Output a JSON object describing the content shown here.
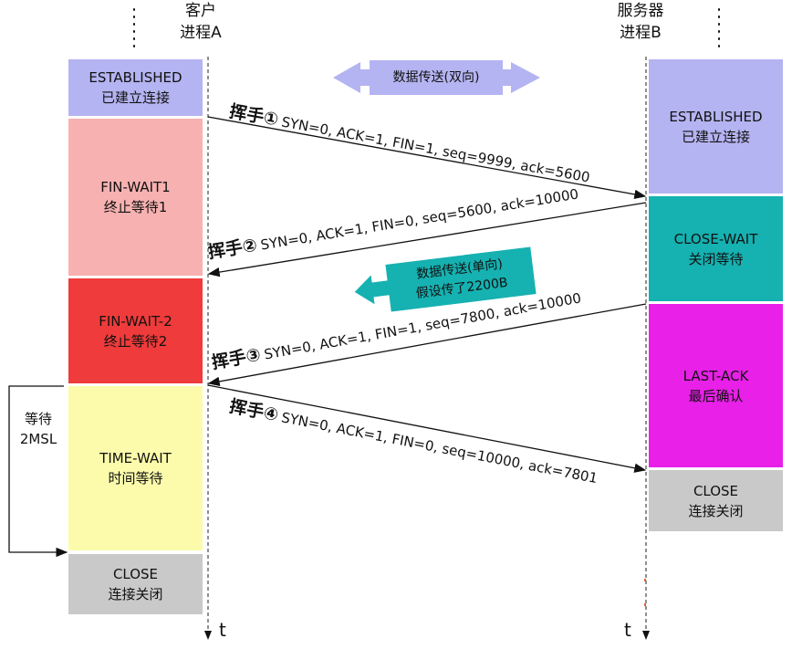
{
  "client": {
    "title_line1": "客户",
    "title_line2": "进程A",
    "time_axis": "t"
  },
  "server": {
    "title_line1": "服务器",
    "title_line2": "进程B",
    "time_axis": "t"
  },
  "client_states": [
    {
      "name": "ESTABLISHED",
      "desc": "已建立连接",
      "color": "#b4b4f2"
    },
    {
      "name": "FIN-WAIT1",
      "desc": "终止等待1",
      "color": "#f7b1b1"
    },
    {
      "name": "FIN-WAIT-2",
      "desc": "终止等待2",
      "color": "#ef3b3b"
    },
    {
      "name": "TIME-WAIT",
      "desc": "时间等待",
      "color": "#fbfbab"
    },
    {
      "name": "CLOSE",
      "desc": "连接关闭",
      "color": "#c9c9c9"
    }
  ],
  "server_states": [
    {
      "name": "ESTABLISHED",
      "desc": "已建立连接",
      "color": "#b4b4f2"
    },
    {
      "name": "CLOSE-WAIT",
      "desc": "关闭等待",
      "color": "#16b1b1"
    },
    {
      "name": "LAST-ACK",
      "desc": "最后确认",
      "color": "#e820e8"
    },
    {
      "name": "CLOSE",
      "desc": "连接关闭",
      "color": "#c9c9c9"
    }
  ],
  "bidirectional_transfer": "数据传送(双向)",
  "unidirectional_transfer": {
    "line1": "数据传送(单向)",
    "line2": "假设传了2200B"
  },
  "wait_label": {
    "line1": "等待",
    "line2": "2MSL"
  },
  "handshakes": [
    {
      "step": "挥手①",
      "fields": "SYN=0, ACK=1, FIN=1, seq=9999, ack=5600"
    },
    {
      "step": "挥手②",
      "fields": "SYN=0, ACK=1, FIN=0, seq=5600, ack=10000"
    },
    {
      "step": "挥手③",
      "fields": "SYN=0, ACK=1, FIN=1, seq=7800, ack=10000"
    },
    {
      "step": "挥手④",
      "fields": "SYN=0, ACK=1, FIN=0, seq=10000, ack=7801"
    }
  ]
}
